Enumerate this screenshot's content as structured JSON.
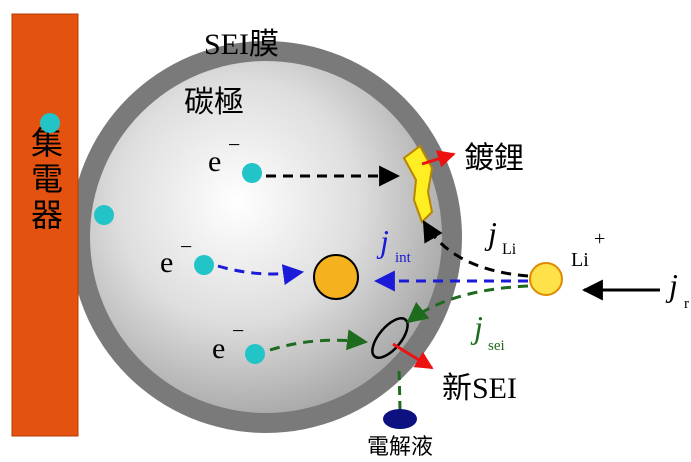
{
  "labels": {
    "sei_film": "SEI膜",
    "carbon_electrode": "碳極",
    "current_collector": "集電器",
    "plated_lithium": "鍍鋰",
    "new_sei": "新SEI",
    "electrolyte": "電解液",
    "electron": "e",
    "electron_sup": "−",
    "lithium_ion": "Li",
    "lithium_ion_sup": "+",
    "j_main": "j",
    "j_r_sub": "r",
    "j_li_sub": "Li",
    "j_int_sub": "int",
    "j_sei_sub": "sei"
  },
  "colors": {
    "collector": "#e4520f",
    "sei_shell": "#7a7a7a",
    "electron_dot": "#22c4c8",
    "lithium_ion_fill": "#ffe14a",
    "intercalated_fill": "#f6b21e",
    "plated_li_fill": "#ffee22",
    "electrolyte_fill": "#0d1080",
    "path_black": "#000000",
    "path_blue": "#1a1ad8",
    "path_green": "#1e6b1e",
    "red_arrow": "#ee1111"
  }
}
